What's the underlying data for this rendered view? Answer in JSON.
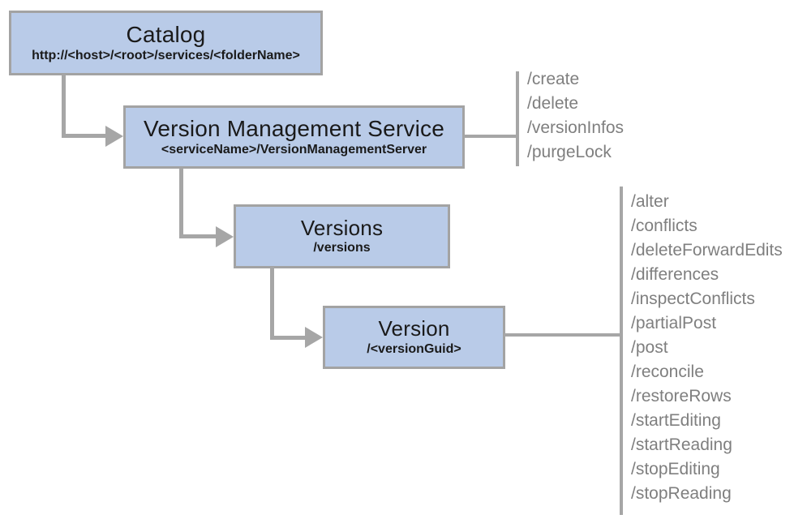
{
  "nodes": {
    "catalog": {
      "title": "Catalog",
      "subtitle": "http://<host>/<root>/services/<folderName>"
    },
    "version_management_service": {
      "title": "Version Management Service",
      "subtitle": "<serviceName>/VersionManagementServer"
    },
    "versions": {
      "title": "Versions",
      "subtitle": "/versions"
    },
    "version": {
      "title": "Version",
      "subtitle": "/<versionGuid>"
    }
  },
  "operations": {
    "version_management_service": [
      "/create",
      "/delete",
      "/versionInfos",
      "/purgeLock"
    ],
    "version": [
      "/alter",
      "/conflicts",
      "/deleteForwardEdits",
      "/differences",
      "/inspectConflicts",
      "/partialPost",
      "/post",
      "/reconcile",
      "/restoreRows",
      "/startEditing",
      "/startReading",
      "/stopEditing",
      "/stopReading"
    ]
  },
  "colors": {
    "node_fill": "#b9cbe8",
    "node_border": "#a3a3a3",
    "connector": "#a6a6a6",
    "operation_text": "#7f7f7f",
    "title_text": "#1a1a1a"
  }
}
